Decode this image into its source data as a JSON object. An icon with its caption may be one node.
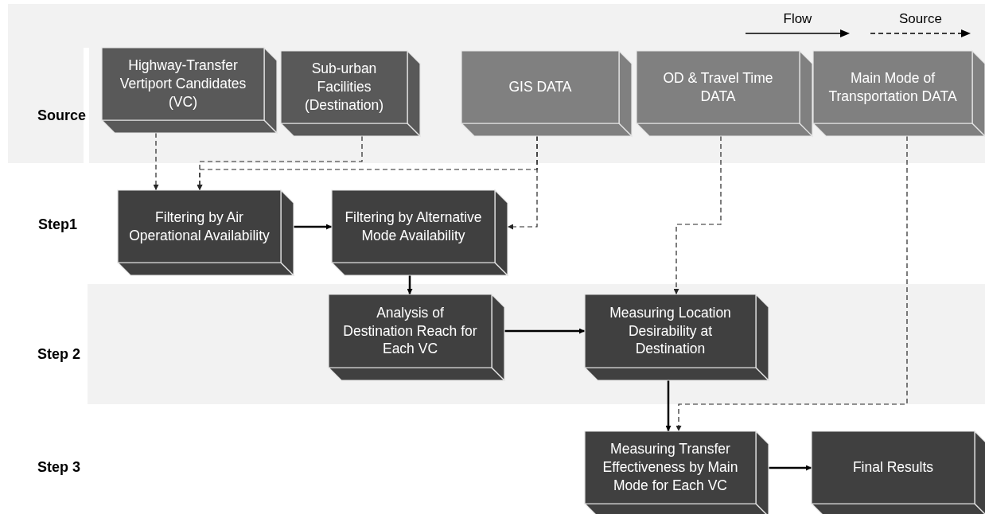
{
  "diagram": {
    "nodes": [
      {
        "text": [
          "Highway-Transfer Vertiport Candidates (VC)"
        ]
      },
      {
        "text": [
          "Sub-urban Facilities (Destination)"
        ]
      },
      {
        "text": [
          "GIS DATA"
        ]
      },
      {
        "text": [
          "OD & Travel Time DATA"
        ]
      },
      {
        "text": [
          "Main Mode of Transportation DATA"
        ]
      },
      {
        "text": [
          "Filtering by Air Operational Availability"
        ]
      },
      {
        "text": [
          "Filtering by Alternative Mode Availability"
        ]
      },
      {
        "text": [
          "Analysis of Destination Reach for Each VC"
        ]
      },
      {
        "text": [
          "Measuring Location Desirability at Destination"
        ]
      },
      {
        "text": [
          "Measuring Transfer Effectiveness by Main Mode for Each VC"
        ]
      },
      {
        "text": [
          "Final Results"
        ]
      }
    ],
    "edges": [
      {
        "from": 0,
        "to": 5,
        "arrow": "to",
        "style": "dashed"
      },
      {
        "from": 1,
        "to": 5,
        "arrow": "to",
        "style": "dashed"
      },
      {
        "from": 2,
        "to": 5,
        "arrow": "to",
        "style": "dashed"
      },
      {
        "from": 2,
        "to": 6,
        "arrow": "to",
        "style": "dashed"
      },
      {
        "from": 3,
        "to": 8,
        "arrow": "to",
        "style": "dashed"
      },
      {
        "from": 4,
        "to": 9,
        "arrow": "to",
        "style": "dashed"
      },
      {
        "from": 5,
        "to": 6,
        "arrow": "to"
      },
      {
        "from": 6,
        "to": 7,
        "arrow": "to"
      },
      {
        "from": 7,
        "to": 8,
        "arrow": "to"
      },
      {
        "from": 8,
        "to": 9,
        "arrow": "to"
      },
      {
        "from": 9,
        "to": 10,
        "arrow": "to"
      }
    ],
    "labels": [
      "Source",
      "Step1",
      "Step 2",
      "Step 3"
    ],
    "legend": [
      {
        "text": "Flow"
      },
      {
        "text": "Source"
      }
    ]
  }
}
